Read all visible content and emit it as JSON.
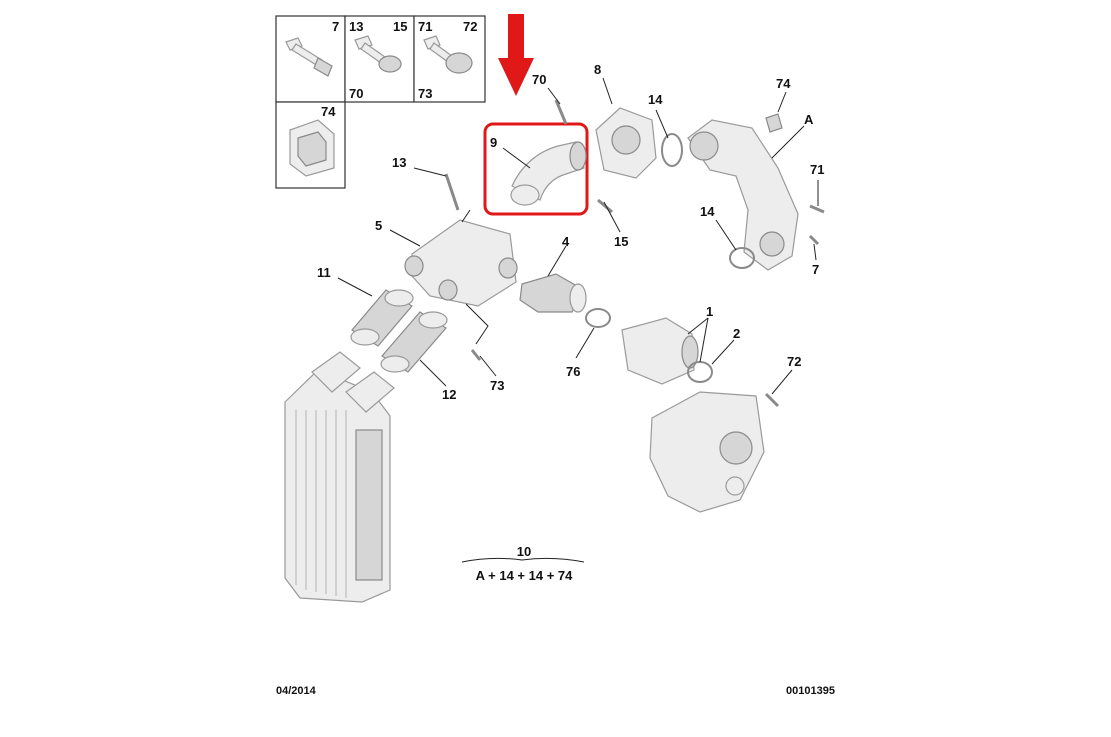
{
  "callouts": {
    "c7": "7",
    "c13": "13",
    "c15": "15",
    "c71": "71",
    "c72": "72",
    "c70_box": "70",
    "c73_box": "73",
    "c74_box": "74",
    "c9": "9",
    "c70": "70",
    "c8": "8",
    "c14a": "14",
    "c74": "74",
    "cA": "A",
    "c13b": "13",
    "c71b": "71",
    "c14b": "14",
    "c15b": "15",
    "c7b": "7",
    "c5": "5",
    "c4": "4",
    "c11": "11",
    "c1": "1",
    "c2": "2",
    "c72b": "72",
    "c73": "73",
    "c76": "76",
    "c12": "12"
  },
  "kit": {
    "number": "10",
    "formula": "A + 14 + 14 + 74"
  },
  "footer": {
    "date": "04/2014",
    "reference": "00101395"
  },
  "colors": {
    "highlight": "#e01818",
    "arrow": "#e01818",
    "line": "#222222",
    "part_fill": "#ededed",
    "part_stroke": "#9a9a9a"
  },
  "highlighted_part": "9"
}
